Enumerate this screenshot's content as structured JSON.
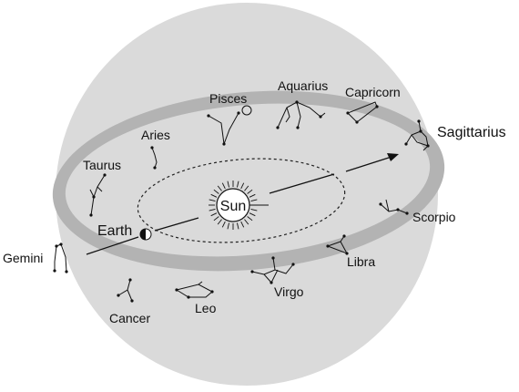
{
  "sun_label": "Sun",
  "earth_label": "Earth",
  "constellations": [
    {
      "id": "pisces",
      "label": "Pisces"
    },
    {
      "id": "aquarius",
      "label": "Aquarius"
    },
    {
      "id": "capricorn",
      "label": "Capricorn"
    },
    {
      "id": "sagittarius",
      "label": "Sagittarius"
    },
    {
      "id": "aries",
      "label": "Aries"
    },
    {
      "id": "taurus",
      "label": "Taurus"
    },
    {
      "id": "gemini",
      "label": "Gemini"
    },
    {
      "id": "scorpio",
      "label": "Scorpio"
    },
    {
      "id": "libra",
      "label": "Libra"
    },
    {
      "id": "virgo",
      "label": "Virgo"
    },
    {
      "id": "leo",
      "label": "Leo"
    },
    {
      "id": "cancer",
      "label": "Cancer"
    }
  ]
}
